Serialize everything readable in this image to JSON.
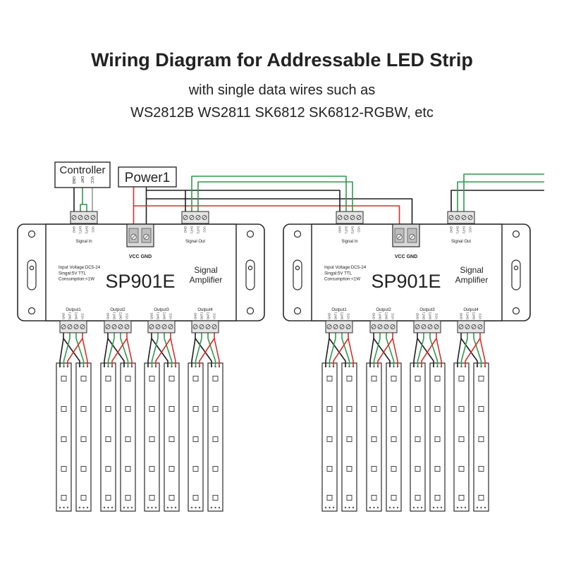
{
  "title": "Wiring Diagram for Addressable LED Strip",
  "subtitle": "with single data wires such as",
  "models": "WS2812B WS2811 SK6812 SK6812-RGBW, etc",
  "controller": {
    "label": "Controller",
    "pins": [
      "GND",
      "DAT",
      "VCC"
    ]
  },
  "power_supply": {
    "label": "Power1"
  },
  "amplifiers": [
    {
      "model": "SP901E",
      "name_line1": "Signal",
      "name_line2": "Amplifier",
      "specs": [
        "Input Voltage:DC5-24",
        "Singal:5V TTL",
        "Consumption:<1W"
      ],
      "signal_in": "Signal In",
      "signal_out": "Signal Out",
      "power_terminal": "VCC GND",
      "outputs": [
        "Output1",
        "Output2",
        "Output3",
        "Output4"
      ]
    },
    {
      "model": "SP901E",
      "name_line1": "Signal",
      "name_line2": "Amplifier",
      "specs": [
        "Input Voltage:DC5-24",
        "Singal:5V TTL",
        "Consumption:<1W"
      ],
      "signal_in": "Signal In",
      "signal_out": "Signal Out",
      "power_terminal": "VCC GND",
      "outputs": [
        "Output1",
        "Output2",
        "Output3",
        "Output4"
      ]
    }
  ],
  "terminal_pins": [
    "GND",
    "DAT1",
    "DAT2",
    "VCC"
  ],
  "colors": {
    "gnd_wire": "#1e1e1e",
    "data_wire": "#2f9a4c",
    "vcc_wire": "#d62f2a",
    "aux_wire": "#9a9a9a",
    "outline": "#2a2a2a",
    "terminal": "#e4e4e4",
    "led": "#ffffff"
  }
}
